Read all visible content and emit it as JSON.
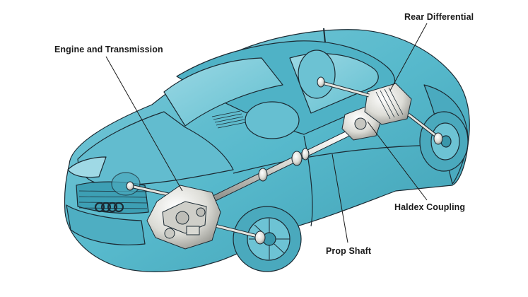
{
  "diagram": {
    "colors": {
      "body": "#57b9cc",
      "body_light": "#8fd3e0",
      "body_dark": "#3a9db2",
      "outline": "#1b2a33",
      "drivetrain": "#e9e9e4"
    },
    "labels": {
      "engine": "Engine and Transmission",
      "rear_diff": "Rear Differential",
      "haldex": "Haldex Coupling",
      "prop_shaft": "Prop Shaft"
    }
  }
}
